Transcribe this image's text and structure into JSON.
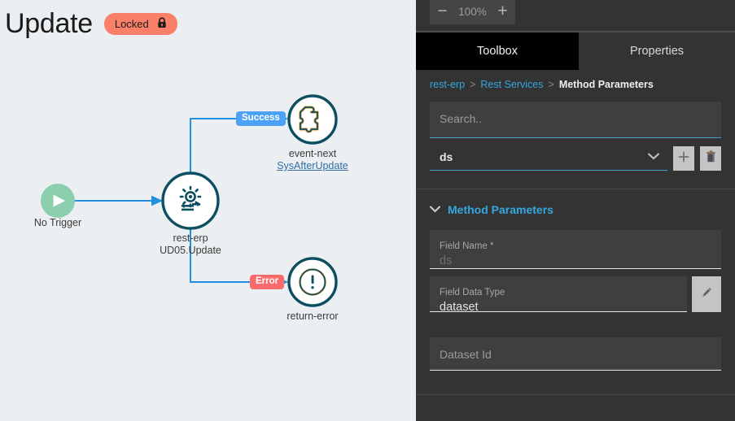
{
  "header": {
    "title": "Update",
    "badge": {
      "label": "Locked",
      "icon": "lock-icon",
      "bg": "#fb8069"
    }
  },
  "canvas": {
    "background": "#eceff1",
    "edge_color": "#1f8fe0",
    "nodes": [
      {
        "id": "trigger",
        "icon": "play-icon",
        "label": "No Trigger",
        "sublabel": "",
        "color": "#8ccfae"
      },
      {
        "id": "rest-erp",
        "icon": "gear-sync-icon",
        "label": "rest-erp",
        "sublabel": "UD05.Update",
        "color": "#0d4e63"
      },
      {
        "id": "event-next",
        "icon": "puzzle-icon",
        "label": "event-next",
        "sublabel": "SysAfterUpdate",
        "sublabel_is_link": true,
        "color": "#0d4e63"
      },
      {
        "id": "return-error",
        "icon": "exclamation-circle-icon",
        "label": "return-error",
        "sublabel": "",
        "color": "#0d4e63"
      }
    ],
    "edges": [
      {
        "from": "trigger",
        "to": "rest-erp",
        "label": ""
      },
      {
        "from": "rest-erp",
        "to": "event-next",
        "label": "Success",
        "color": "#4da2f7"
      },
      {
        "from": "rest-erp",
        "to": "return-error",
        "label": "Error",
        "color": "#fb6b6b"
      }
    ]
  },
  "panel": {
    "zoom": {
      "minus": "−",
      "value": "100%",
      "plus": "+"
    },
    "tabs": [
      {
        "id": "toolbox",
        "label": "Toolbox",
        "active": true
      },
      {
        "id": "properties",
        "label": "Properties",
        "active": false
      }
    ],
    "breadcrumb": {
      "items": [
        "rest-erp",
        "Rest Services",
        "Method Parameters"
      ],
      "separator": ">"
    },
    "search": {
      "placeholder": "Search..",
      "value": ""
    },
    "parameter_select": {
      "value": "ds",
      "chevron": "chevron-down-icon",
      "add_icon": "plus-icon",
      "delete_icon": "trash-icon"
    },
    "section": {
      "title": "Method Parameters",
      "chevron": "chevron-down-icon",
      "expanded": true
    },
    "fields": [
      {
        "id": "field-name",
        "label": "Field Name",
        "required": true,
        "value": "ds",
        "disabled": true
      },
      {
        "id": "field-data-type",
        "label": "Field Data Type",
        "required": false,
        "value": "dataset",
        "disabled": false,
        "action_icon": "pencil-icon"
      },
      {
        "id": "dataset-id",
        "label": "",
        "placeholder": "Dataset Id",
        "value": "",
        "disabled": false
      }
    ],
    "colors": {
      "panel_bg": "#333333",
      "field_bg": "#3f3f3f",
      "accent": "#35a7e0",
      "underline": "#46a0cf",
      "tab_active_bg": "#000000"
    }
  }
}
